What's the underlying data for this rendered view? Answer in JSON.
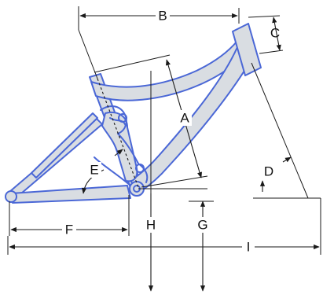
{
  "diagram": {
    "labels": {
      "A": "A",
      "B": "B",
      "C": "C",
      "D": "D",
      "E": "E",
      "F": "F",
      "G": "G",
      "H": "H",
      "I": "I"
    },
    "colors": {
      "frame_fill": "#d9dde2",
      "frame_stroke": "#4a67d6",
      "dimension_lines": "#1a1a1a",
      "background": "#ffffff"
    }
  }
}
